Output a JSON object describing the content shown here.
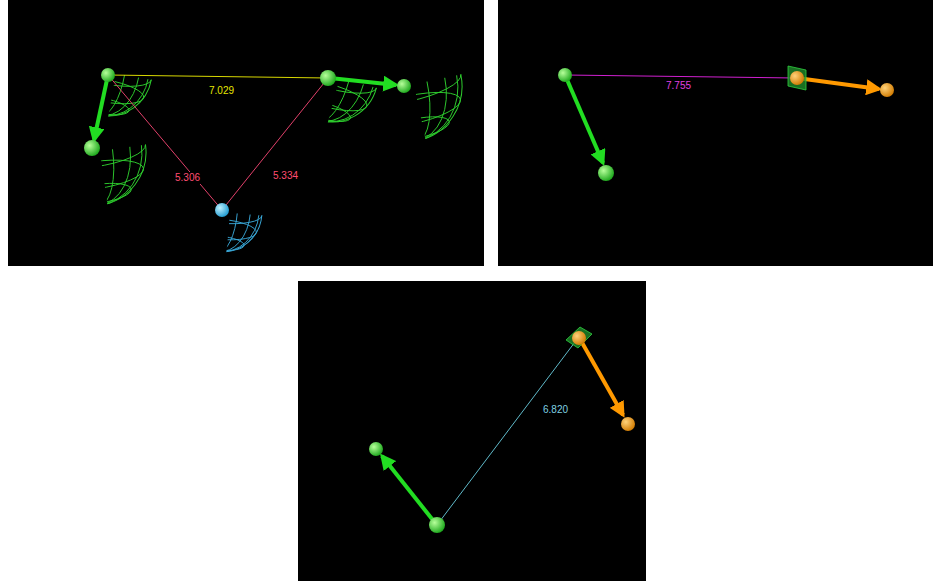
{
  "diagram": {
    "labels": [
      "7.029",
      "5.306",
      "5.334",
      "7.755",
      "6.820"
    ]
  }
}
